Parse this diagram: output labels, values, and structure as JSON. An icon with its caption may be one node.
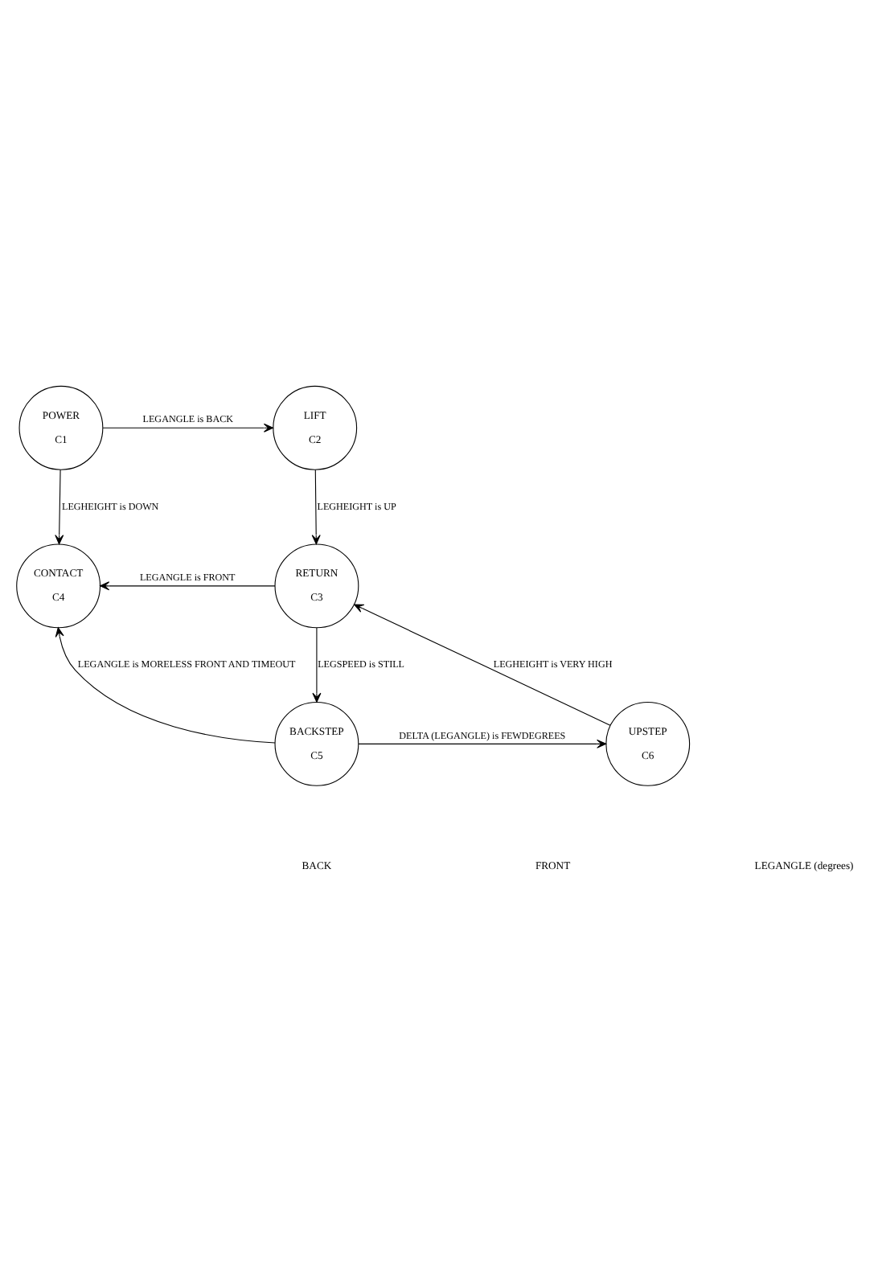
{
  "diagram": {
    "nodes": [
      {
        "text": [
          "POWER",
          "C1"
        ]
      },
      {
        "text": [
          "LIFT",
          "C2"
        ]
      },
      {
        "text": [
          "CONTACT",
          "C4"
        ]
      },
      {
        "text": [
          "RETURN",
          "C3"
        ]
      },
      {
        "text": [
          "BACKSTEP",
          "C5"
        ]
      },
      {
        "text": [
          "UPSTEP",
          "C6"
        ]
      }
    ],
    "edges": [
      {
        "from": 0,
        "to": 1,
        "arrow": "to",
        "label": "LEGANGLE is BACK"
      },
      {
        "from": 0,
        "to": 2,
        "arrow": "to",
        "label": "LEGHEIGHT is DOWN"
      },
      {
        "from": 1,
        "to": 3,
        "arrow": "to",
        "label": "LEGHEIGHT is UP"
      },
      {
        "from": 3,
        "to": 2,
        "arrow": "to",
        "label": "LEGANGLE is FRONT"
      },
      {
        "from": 3,
        "to": 4,
        "arrow": "to",
        "label": "LEGSPEED is STILL"
      },
      {
        "from": 4,
        "to": 2,
        "arrow": "to",
        "label": "LEGANGLE is MORELESS FRONT AND TIMEOUT"
      },
      {
        "from": 4,
        "to": 5,
        "arrow": "to",
        "label": "DELTA (LEGANGLE) is FEWDEGREES"
      },
      {
        "from": 5,
        "to": 3,
        "arrow": "to",
        "label": "LEGHEIGHT is VERY HIGH"
      }
    ],
    "labels": [
      "BACK",
      "FRONT",
      "LEGANGLE (degrees)"
    ]
  }
}
